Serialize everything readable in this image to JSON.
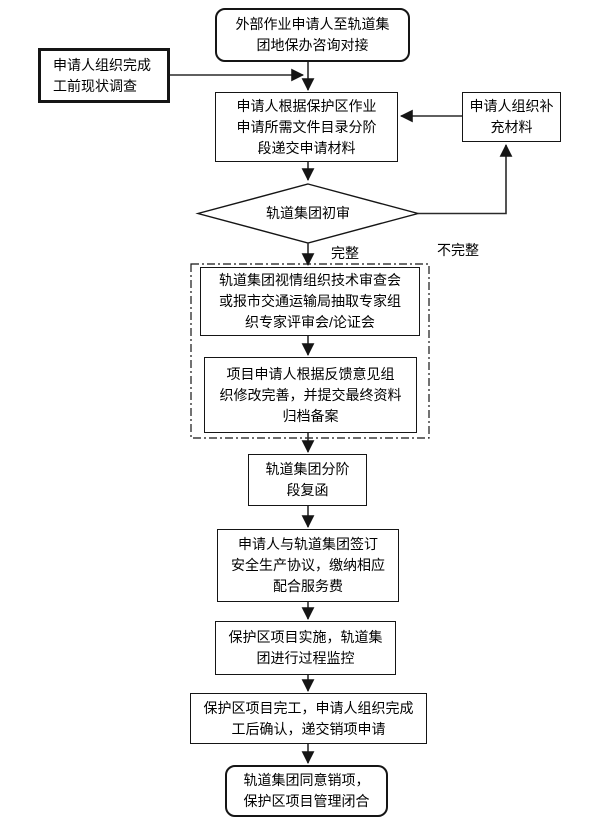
{
  "diagram": {
    "background_color": "#ffffff",
    "line_color": "#151515",
    "nodes": {
      "start": {
        "lines": [
          "外部作业申请人至轨道集",
          "团地保办咨询对接"
        ]
      },
      "pre_survey": {
        "lines": [
          "申请人组织完成",
          "工前现状调查"
        ]
      },
      "submit": {
        "lines": [
          "申请人根据保护区作业",
          "申请所需文件目录分阶",
          "段递交申请材料"
        ]
      },
      "supplement": {
        "lines": [
          "申请人组织补",
          "充材料"
        ]
      },
      "review": {
        "lines": [
          "轨道集团初审"
        ]
      },
      "tech_review": {
        "lines": [
          "轨道集团视情组织技术审查会",
          "或报市交通运输局抽取专家组",
          "织专家评审会/论证会"
        ]
      },
      "revise": {
        "lines": [
          "项目申请人根据反馈意见组",
          "织修改完善，并提交最终资料",
          "归档备案"
        ]
      },
      "reply": {
        "lines": [
          "轨道集团分阶",
          "段复函"
        ]
      },
      "agreement": {
        "lines": [
          "申请人与轨道集团签订",
          "安全生产协议，缴纳相应",
          "配合服务费"
        ]
      },
      "implementation": {
        "lines": [
          "保护区项目实施，轨道集",
          "团进行过程监控"
        ]
      },
      "completion": {
        "lines": [
          "保护区项目完工，申请人组织完成",
          "工后确认，递交销项申请"
        ]
      },
      "end": {
        "lines": [
          "轨道集团同意销项，",
          "保护区项目管理闭合"
        ]
      }
    },
    "edge_labels": {
      "complete": "完整",
      "incomplete": "不完整"
    }
  }
}
